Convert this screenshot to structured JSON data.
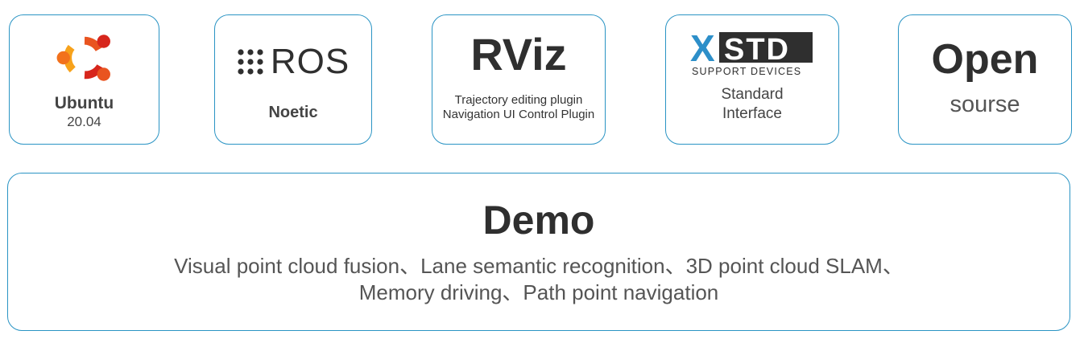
{
  "cards": {
    "ubuntu": {
      "name": "Ubuntu",
      "version": "20.04"
    },
    "ros": {
      "logo_text": "ROS",
      "distro": "Noetic"
    },
    "rviz": {
      "title": "RViz",
      "line1": "Trajectory editing plugin",
      "line2": "Navigation UI Control Plugin"
    },
    "xstd": {
      "logo_text": "XSTD",
      "logo_subtext": "SUPPORT DEVICES",
      "line1": "Standard",
      "line2": "Interface"
    },
    "open": {
      "title": "Open",
      "subtitle": "sourse"
    }
  },
  "demo": {
    "title": "Demo",
    "line1": "Visual point cloud fusion、Lane semantic recognition、3D point cloud SLAM、",
    "line2": "Memory driving、Path point navigation"
  },
  "colors": {
    "border": "#2a94c4",
    "ubuntu_orange": "#e95420",
    "ubuntu_red": "#d7261c",
    "ubuntu_yellow": "#f7a21b",
    "xstd_blue": "#2d8fc9",
    "text_dark": "#2f2f2f"
  },
  "icons": [
    "ubuntu-logo-icon",
    "ros-dots-icon",
    "xstd-logo-icon"
  ]
}
